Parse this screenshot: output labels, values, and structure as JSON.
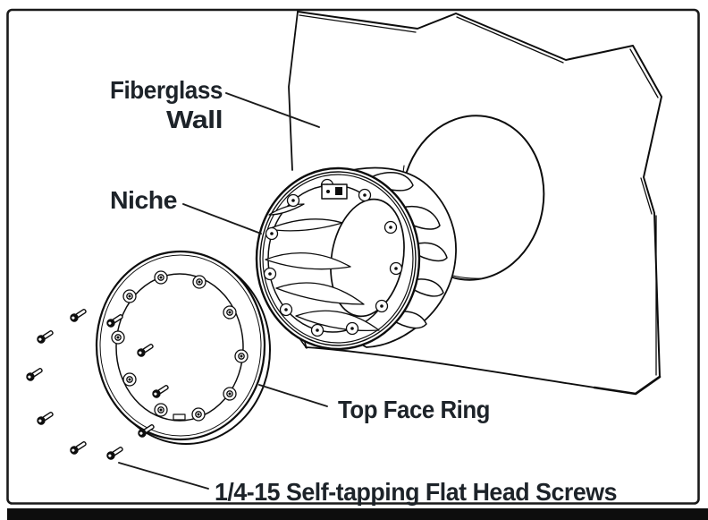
{
  "diagram": {
    "labels": {
      "fiberglass_line1": "Fiberglass",
      "fiberglass_line2": "Wall",
      "niche": "Niche",
      "top_face_ring": "Top Face Ring",
      "screws": "1/4-15 Self-tapping Flat Head Screws"
    },
    "parts": [
      {
        "name": "fiberglass-wall",
        "label": "Fiberglass Wall"
      },
      {
        "name": "niche",
        "label": "Niche"
      },
      {
        "name": "top-face-ring",
        "label": "Top Face Ring"
      },
      {
        "name": "screws",
        "label": "1/4-15 Self-tapping Flat Head Screws",
        "count": 10
      }
    ],
    "screw_count": 10,
    "colors": {
      "line": "#0d0d0d",
      "text": "#1d2329",
      "background": "#ffffff",
      "frame": "#1a1a1a"
    }
  }
}
